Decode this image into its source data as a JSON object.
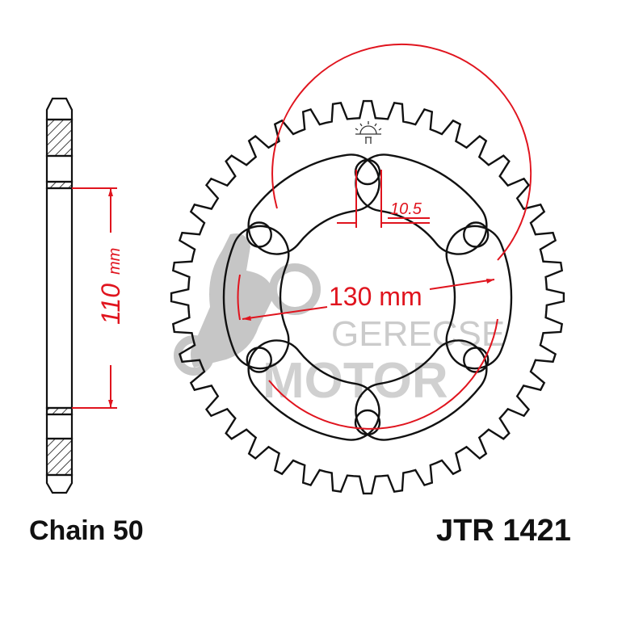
{
  "labels": {
    "chain": "Chain 50",
    "part_number": "JTR 1421"
  },
  "dimensions": {
    "bolt_circle": "130 mm",
    "hole_diameter": "10.5",
    "center_bore_value": "110",
    "center_bore_unit": "mm"
  },
  "watermark": {
    "line1": "GERECSE",
    "line2": "MOTOR"
  },
  "colors": {
    "outline": "#111111",
    "dimension": "#e0141e",
    "watermark": "#b4b4b4"
  },
  "icons": {
    "logo": "sun-logo-icon"
  }
}
